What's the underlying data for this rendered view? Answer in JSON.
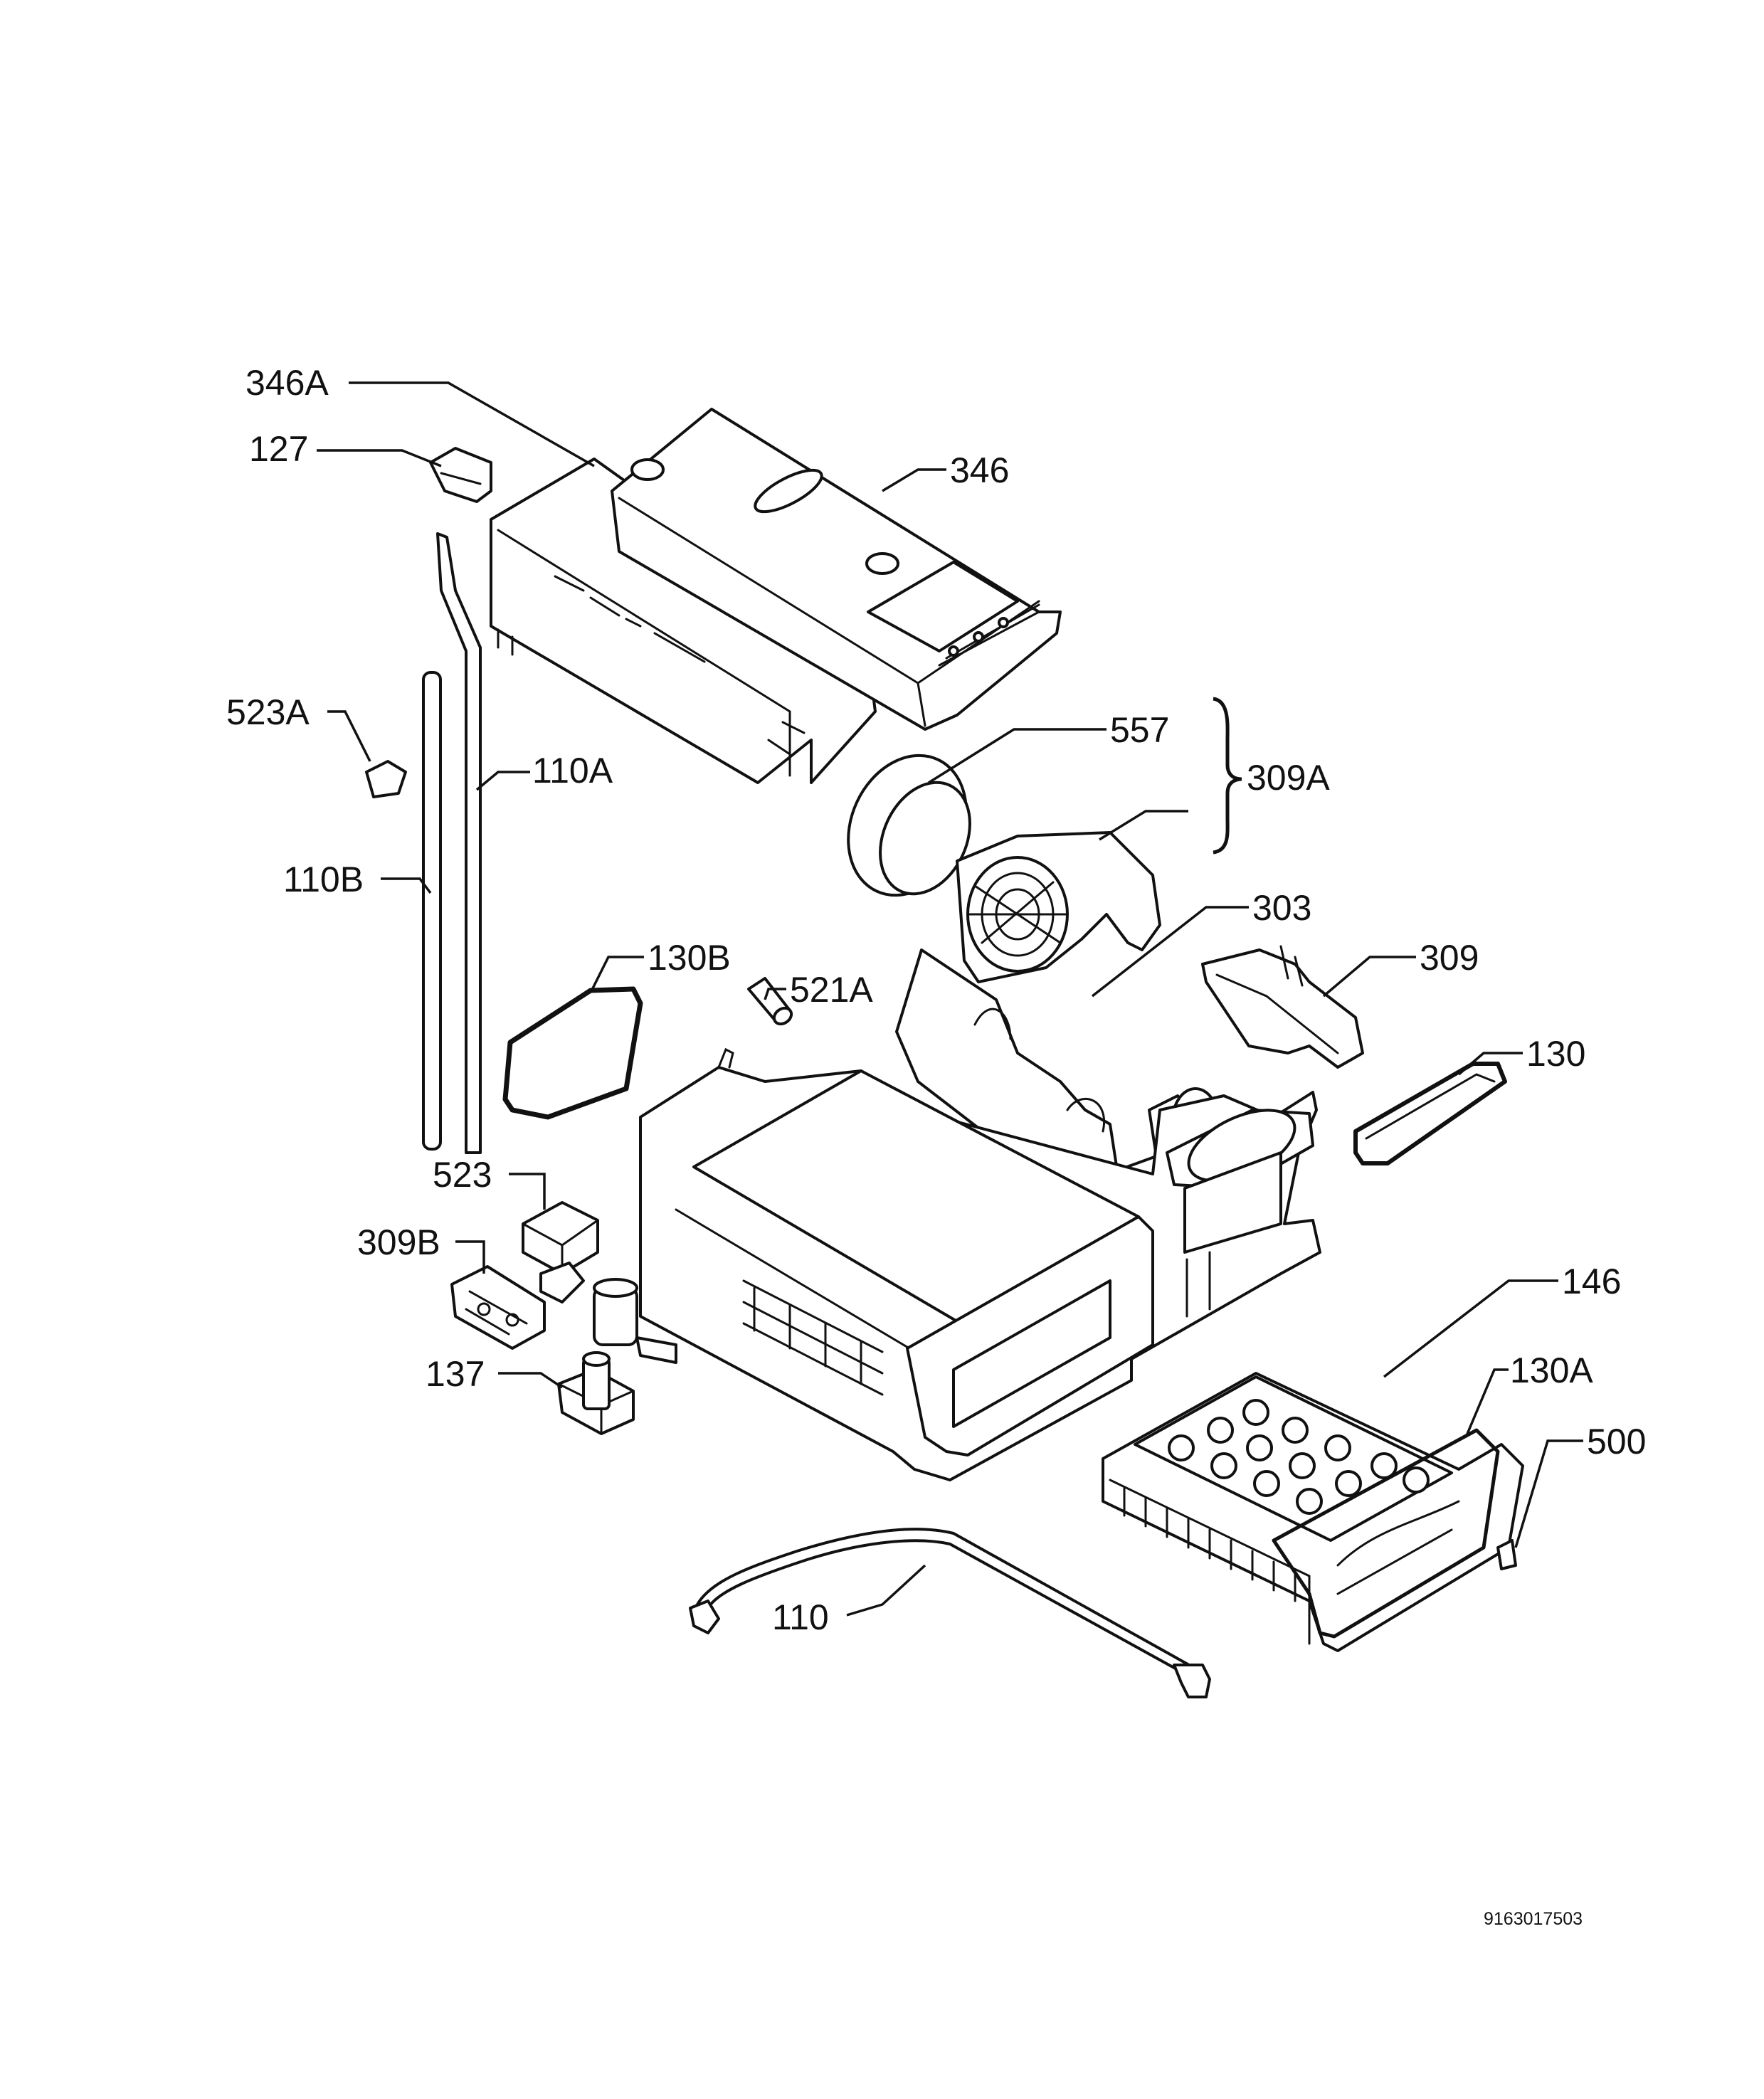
{
  "labels": {
    "l346A": "346A",
    "l127": "127",
    "l346": "346",
    "l523A": "523A",
    "l110A": "110A",
    "l557": "557",
    "l309A": "309A",
    "l110B": "110B",
    "l303": "303",
    "l130B": "130B",
    "l521A": "521A",
    "l309": "309",
    "l130": "130",
    "l523": "523",
    "l309B": "309B",
    "l146": "146",
    "l137": "137",
    "l130A": "130A",
    "l500": "500",
    "l110": "110"
  },
  "document_number": "9163017503",
  "colors": {
    "line": "#111111",
    "background": "#ffffff"
  }
}
